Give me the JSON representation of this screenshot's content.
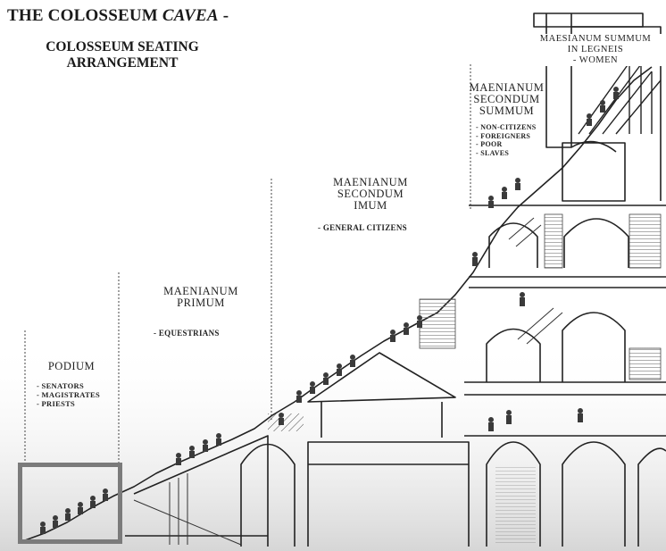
{
  "title": {
    "main": "THE COLOSSEUM ",
    "italic": "CAVEA",
    "suffix": " -"
  },
  "subtitle": [
    "COLOSSEUM SEATING",
    "ARRANGEMENT"
  ],
  "zones": {
    "podium": {
      "name": [
        "PODIUM"
      ],
      "occupants": [
        "- SENATORS",
        "- MAGISTRATES",
        "- PRIESTS"
      ]
    },
    "primum": {
      "name": [
        "MAENIANUM",
        "PRIMUM"
      ],
      "occupants": [
        "- EQUESTRIANS"
      ]
    },
    "secondum_imum": {
      "name": [
        "MAENIANUM",
        "SECONDUM",
        "IMUM"
      ],
      "occupants": [
        "- GENERAL CITIZENS"
      ]
    },
    "secondum_summum": {
      "name": [
        "MAENIANUM",
        "SECONDUM",
        "SUMMUM"
      ],
      "occupants": [
        "- NON-CITIZENS",
        "- FOREIGNERS",
        "- POOR",
        "- SLAVES"
      ]
    },
    "summum_legneis": {
      "name": [
        "MAESIANUM SUMMUM",
        "IN LEGNEIS",
        "- WOMEN"
      ],
      "occupants": []
    }
  },
  "colors": {
    "ink": "#1a1a1a",
    "highlight_box": "#7b7b7b",
    "background": "#ffffff"
  }
}
